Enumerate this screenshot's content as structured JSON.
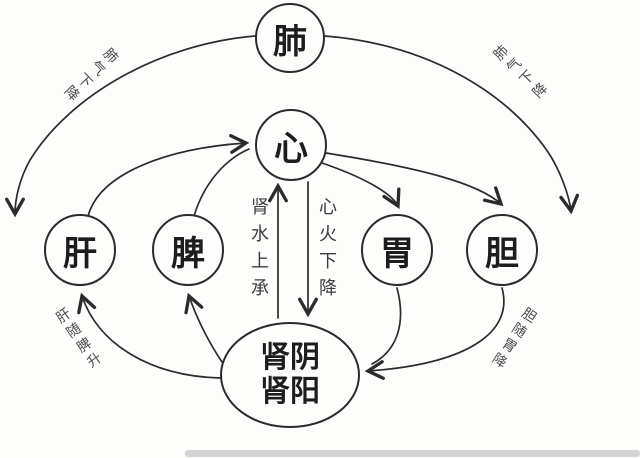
{
  "diagram": {
    "description": "TCM five-organ qi circulation diagram",
    "nodes": {
      "lung": {
        "label": "肺"
      },
      "heart": {
        "label": "心"
      },
      "liver": {
        "label": "肝"
      },
      "spleen": {
        "label": "脾"
      },
      "stomach": {
        "label": "胃"
      },
      "gallbladder": {
        "label": "胆"
      },
      "kidney": {
        "line1": "肾阴",
        "line2": "肾阳"
      }
    },
    "edge_labels": {
      "lung_left": "肺气下降",
      "lung_right": "肺气下降",
      "kidney_water_rises": "肾水上承",
      "heart_fire_descends": "心火下降",
      "liver_with_spleen": "肝随脾升",
      "gb_with_stomach": "胆随胃降"
    },
    "colors": {
      "stroke": "#2b2b2b",
      "background": "#fdfdfc",
      "edge_label_text": "#4c4c4c",
      "bottom_bar": "#d4d4d4"
    }
  }
}
